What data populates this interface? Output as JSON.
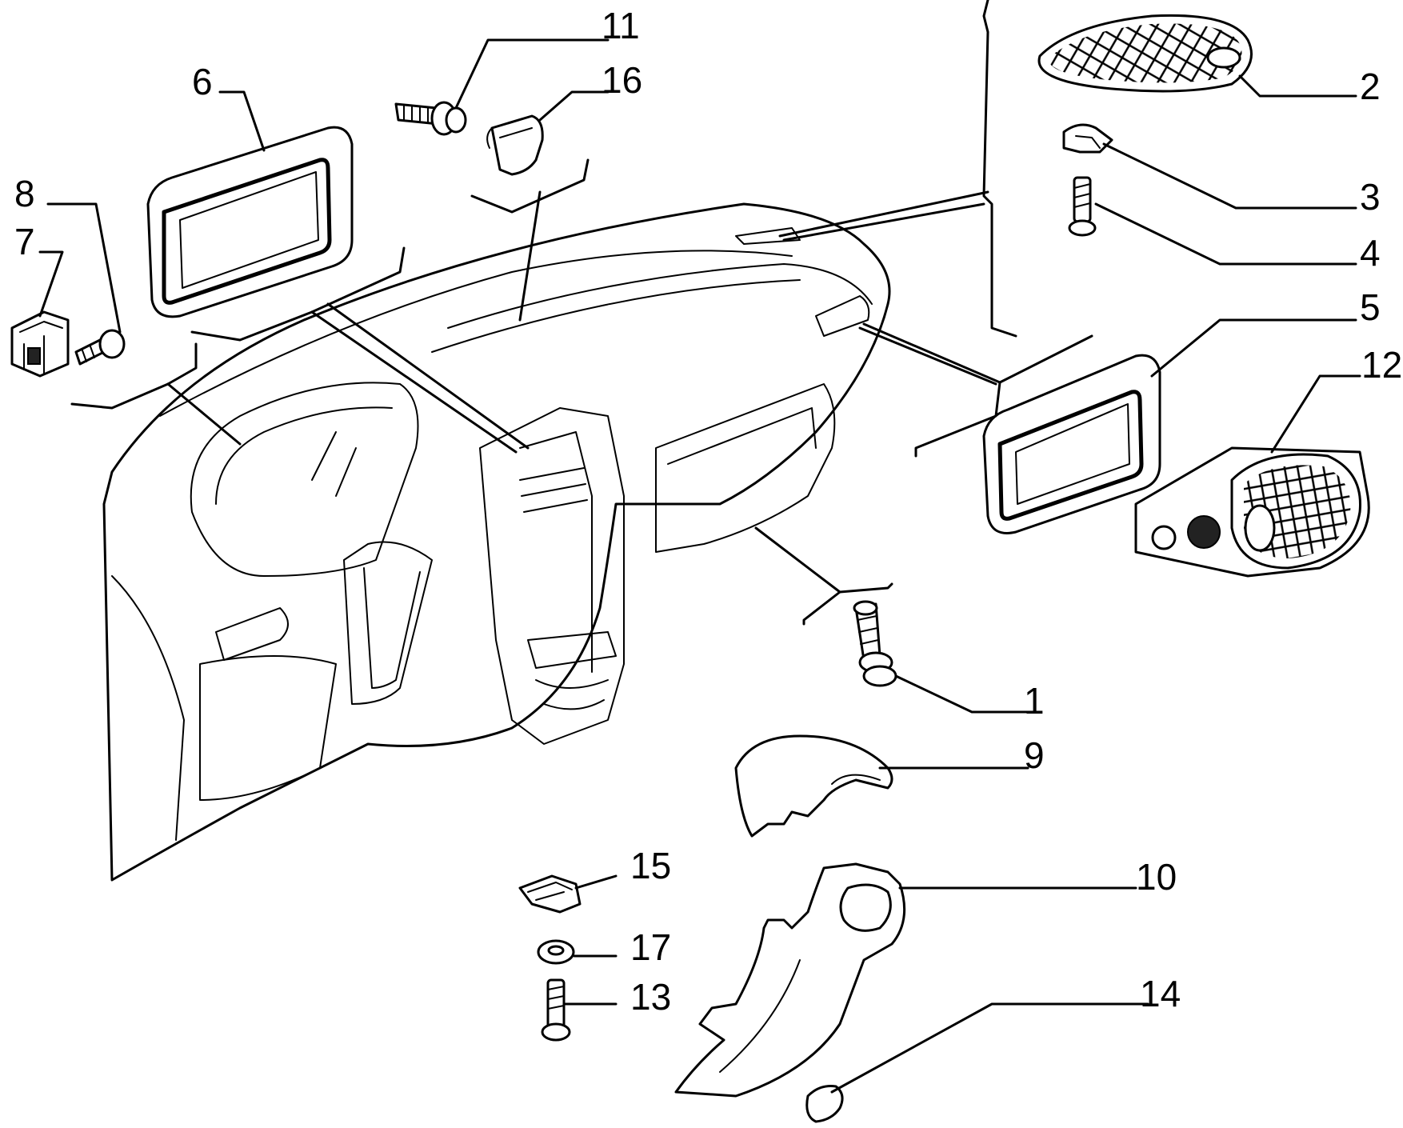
{
  "callouts": [
    {
      "id": "1",
      "label": "1"
    },
    {
      "id": "2",
      "label": "2"
    },
    {
      "id": "3",
      "label": "3"
    },
    {
      "id": "4",
      "label": "4"
    },
    {
      "id": "5",
      "label": "5"
    },
    {
      "id": "6",
      "label": "6"
    },
    {
      "id": "7",
      "label": "7"
    },
    {
      "id": "8",
      "label": "8"
    },
    {
      "id": "9",
      "label": "9"
    },
    {
      "id": "10",
      "label": "10"
    },
    {
      "id": "11",
      "label": "11"
    },
    {
      "id": "12",
      "label": "12"
    },
    {
      "id": "13",
      "label": "13"
    },
    {
      "id": "14",
      "label": "14"
    },
    {
      "id": "15",
      "label": "15"
    },
    {
      "id": "16",
      "label": "16"
    },
    {
      "id": "17",
      "label": "17"
    }
  ],
  "colors": {
    "ink": "#000000",
    "paper": "#ffffff"
  }
}
